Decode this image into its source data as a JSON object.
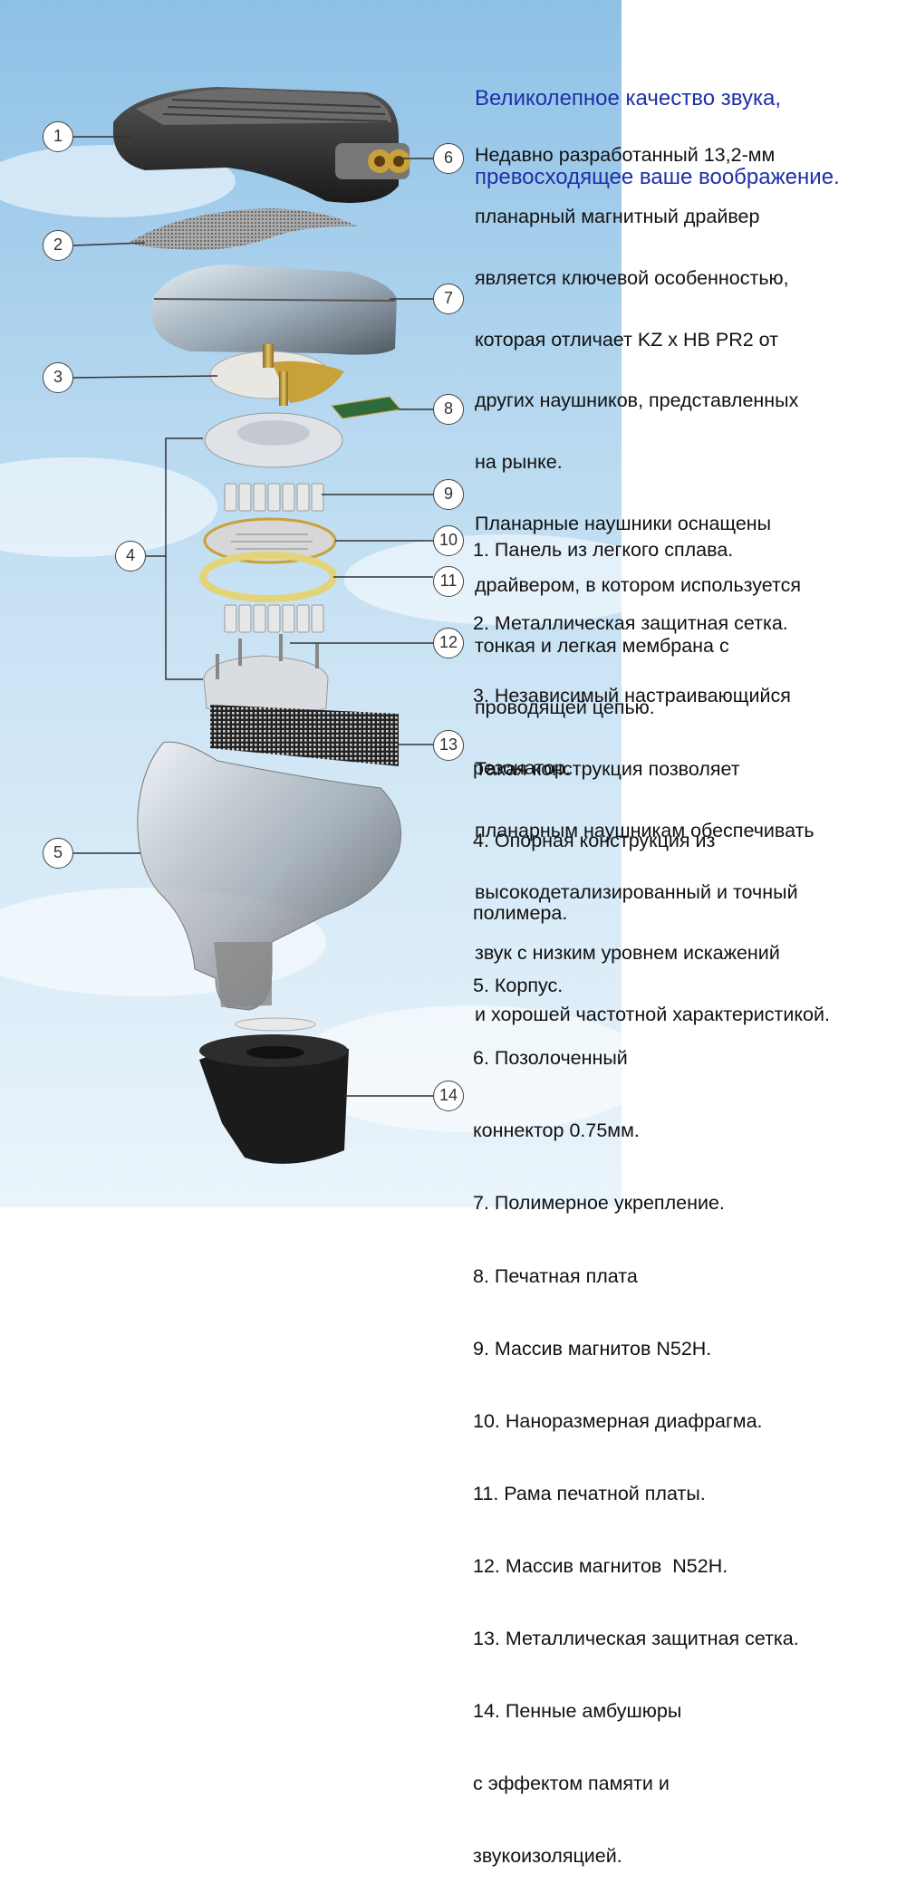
{
  "headline": [
    "Великолепное качество звука,",
    "превосходящее ваше воображение."
  ],
  "intro": [
    "Недавно разработанный 13,2-мм",
    "планарный магнитный драйвер",
    "является ключевой особенностью,",
    "которая отличает KZ x HB PR2 от",
    "других наушников, представленных",
    "на рынке.",
    "Планарные наушники оснащены",
    "драйвером, в котором используется",
    "тонкая и легкая мембрана с",
    "проводящей цепью.",
    "Такая конструкция позволяет",
    "планарным наушникам обеспечивать",
    "высокодетализированный и точный",
    "звук с низким уровнем искажений",
    "и хорошей частотной характеристикой."
  ],
  "legend": [
    "1. Панель из легкого сплава.",
    "2. Металлическая защитная сетка.",
    "3. Независимый настраивающийся",
    "резонатор.",
    "4. Опорная конструкция из",
    "полимера.",
    "5. Корпус.",
    "6. Позолоченный",
    "коннектор 0.75мм.",
    "7. Полимерное укрепление.",
    "8. Печатная плата",
    "9. Массив магнитов N52H.",
    "10. Наноразмерная диафрагма.",
    "11. Рама печатной платы.",
    "12. Массив магнитов  N52H.",
    "13. Металлическая защитная сетка.",
    "14. Пенные амбушюры",
    "с эффектом памяти и",
    "звукоизоляцией."
  ],
  "callouts": [
    "1",
    "2",
    "3",
    "4",
    "5",
    "6",
    "7",
    "8",
    "9",
    "10",
    "11",
    "12",
    "13",
    "14"
  ],
  "colors": {
    "sky_top": "#8ec1e6",
    "sky_bottom": "#eaf4fb",
    "headline": "#1f2fa8",
    "gold": "#c9a13b"
  }
}
